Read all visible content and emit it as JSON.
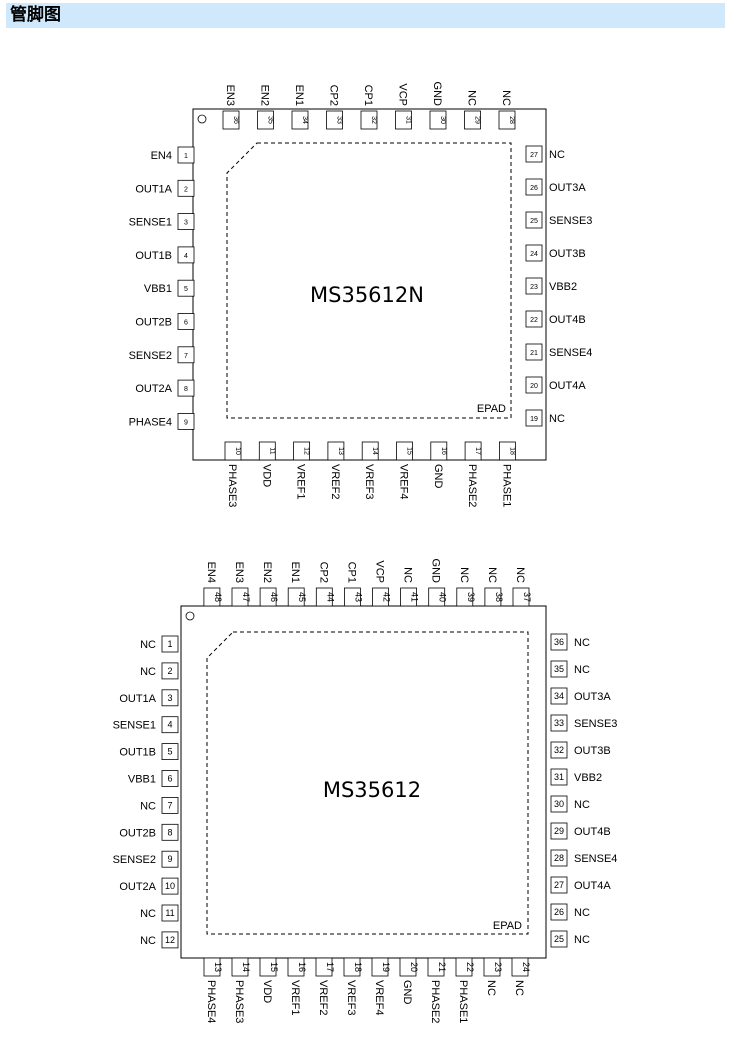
{
  "page": {
    "title": "管脚图"
  },
  "chips": [
    {
      "name": "MS35612N",
      "epad_label": "EPAD",
      "left": [
        {
          "num": "1",
          "name": "EN4"
        },
        {
          "num": "2",
          "name": "OUT1A"
        },
        {
          "num": "3",
          "name": "SENSE1"
        },
        {
          "num": "4",
          "name": "OUT1B"
        },
        {
          "num": "5",
          "name": "VBB1"
        },
        {
          "num": "6",
          "name": "OUT2B"
        },
        {
          "num": "7",
          "name": "SENSE2"
        },
        {
          "num": "8",
          "name": "OUT2A"
        },
        {
          "num": "9",
          "name": "PHASE4"
        }
      ],
      "bottom": [
        {
          "num": "10",
          "name": "PHASE3"
        },
        {
          "num": "11",
          "name": "VDD"
        },
        {
          "num": "12",
          "name": "VREF1"
        },
        {
          "num": "13",
          "name": "VREF2"
        },
        {
          "num": "14",
          "name": "VREF3"
        },
        {
          "num": "15",
          "name": "VREF4"
        },
        {
          "num": "16",
          "name": "GND"
        },
        {
          "num": "17",
          "name": "PHASE2"
        },
        {
          "num": "18",
          "name": "PHASE1"
        }
      ],
      "right": [
        {
          "num": "19",
          "name": "NC"
        },
        {
          "num": "20",
          "name": "OUT4A"
        },
        {
          "num": "21",
          "name": "SENSE4"
        },
        {
          "num": "22",
          "name": "OUT4B"
        },
        {
          "num": "23",
          "name": "VBB2"
        },
        {
          "num": "24",
          "name": "OUT3B"
        },
        {
          "num": "25",
          "name": "SENSE3"
        },
        {
          "num": "26",
          "name": "OUT3A"
        },
        {
          "num": "27",
          "name": "NC"
        }
      ],
      "top": [
        {
          "num": "28",
          "name": "NC"
        },
        {
          "num": "29",
          "name": "NC"
        },
        {
          "num": "30",
          "name": "GND"
        },
        {
          "num": "31",
          "name": "VCP"
        },
        {
          "num": "32",
          "name": "CP1"
        },
        {
          "num": "33",
          "name": "CP2"
        },
        {
          "num": "34",
          "name": "EN1"
        },
        {
          "num": "35",
          "name": "EN2"
        },
        {
          "num": "36",
          "name": "EN3"
        }
      ]
    },
    {
      "name": "MS35612",
      "epad_label": "EPAD",
      "left": [
        {
          "num": "1",
          "name": "NC"
        },
        {
          "num": "2",
          "name": "NC"
        },
        {
          "num": "3",
          "name": "OUT1A"
        },
        {
          "num": "4",
          "name": "SENSE1"
        },
        {
          "num": "5",
          "name": "OUT1B"
        },
        {
          "num": "6",
          "name": "VBB1"
        },
        {
          "num": "7",
          "name": "NC"
        },
        {
          "num": "8",
          "name": "OUT2B"
        },
        {
          "num": "9",
          "name": "SENSE2"
        },
        {
          "num": "10",
          "name": "OUT2A"
        },
        {
          "num": "11",
          "name": "NC"
        },
        {
          "num": "12",
          "name": "NC"
        }
      ],
      "bottom": [
        {
          "num": "13",
          "name": "PHASE4"
        },
        {
          "num": "14",
          "name": "PHASE3"
        },
        {
          "num": "15",
          "name": "VDD"
        },
        {
          "num": "16",
          "name": "VREF1"
        },
        {
          "num": "17",
          "name": "VREF2"
        },
        {
          "num": "18",
          "name": "VREF3"
        },
        {
          "num": "19",
          "name": "VREF4"
        },
        {
          "num": "20",
          "name": "GND"
        },
        {
          "num": "21",
          "name": "PHASE2"
        },
        {
          "num": "22",
          "name": "PHASE1"
        },
        {
          "num": "23",
          "name": "NC"
        },
        {
          "num": "24",
          "name": "NC"
        }
      ],
      "right": [
        {
          "num": "25",
          "name": "NC"
        },
        {
          "num": "26",
          "name": "NC"
        },
        {
          "num": "27",
          "name": "OUT4A"
        },
        {
          "num": "28",
          "name": "SENSE4"
        },
        {
          "num": "29",
          "name": "OUT4B"
        },
        {
          "num": "30",
          "name": "NC"
        },
        {
          "num": "31",
          "name": "VBB2"
        },
        {
          "num": "32",
          "name": "OUT3B"
        },
        {
          "num": "33",
          "name": "SENSE3"
        },
        {
          "num": "34",
          "name": "OUT3A"
        },
        {
          "num": "35",
          "name": "NC"
        },
        {
          "num": "36",
          "name": "NC"
        }
      ],
      "top": [
        {
          "num": "37",
          "name": "NC"
        },
        {
          "num": "38",
          "name": "NC"
        },
        {
          "num": "39",
          "name": "NC"
        },
        {
          "num": "40",
          "name": "GND"
        },
        {
          "num": "41",
          "name": "NC"
        },
        {
          "num": "42",
          "name": "VCP"
        },
        {
          "num": "43",
          "name": "CP1"
        },
        {
          "num": "44",
          "name": "CP2"
        },
        {
          "num": "45",
          "name": "EN1"
        },
        {
          "num": "46",
          "name": "EN2"
        },
        {
          "num": "47",
          "name": "EN3"
        },
        {
          "num": "48",
          "name": "EN4"
        }
      ]
    }
  ]
}
